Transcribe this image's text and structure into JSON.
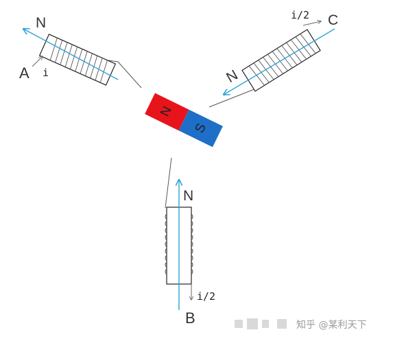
{
  "coils": {
    "A": {
      "terminal": "A",
      "pole": "N",
      "current": "i"
    },
    "B": {
      "terminal": "B",
      "pole": "N",
      "current": "i/2"
    },
    "C": {
      "terminal": "C",
      "pole": "N",
      "current": "i/2"
    }
  },
  "magnet": {
    "north": "N",
    "south": "S",
    "north_color": "#e8141c",
    "south_color": "#1e6fc8"
  },
  "colors": {
    "axis": "#2ea3d6"
  },
  "watermark": {
    "text": "知乎 @某利天下"
  }
}
